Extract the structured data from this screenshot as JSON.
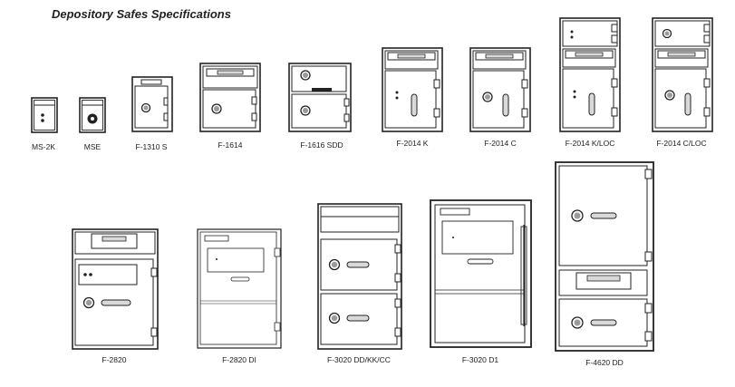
{
  "title": "Depository Safes Specifications",
  "colors": {
    "line": "#222222",
    "fill": "#ffffff",
    "shade": "#d9d9d9",
    "dial": "#9a9a9a"
  },
  "products": [
    {
      "id": "ms2k",
      "label": "MS-2K"
    },
    {
      "id": "mse",
      "label": "MSE"
    },
    {
      "id": "f1310s",
      "label": "F-1310 S"
    },
    {
      "id": "f1614",
      "label": "F-1614"
    },
    {
      "id": "f1616sdd",
      "label": "F-1616 SDD"
    },
    {
      "id": "f2014k",
      "label": "F-2014 K"
    },
    {
      "id": "f2014c",
      "label": "F-2014 C"
    },
    {
      "id": "f2014kloc",
      "label": "F-2014 K/LOC"
    },
    {
      "id": "f2014cloc",
      "label": "F-2014 C/LOC"
    },
    {
      "id": "f2820",
      "label": "F-2820"
    },
    {
      "id": "f2820di",
      "label": "F-2820 DI"
    },
    {
      "id": "f3020dd",
      "label": "F-3020 DD/KK/CC"
    },
    {
      "id": "f3020d1",
      "label": "F-3020 D1"
    },
    {
      "id": "f4620dd",
      "label": "F-4620 DD"
    }
  ]
}
